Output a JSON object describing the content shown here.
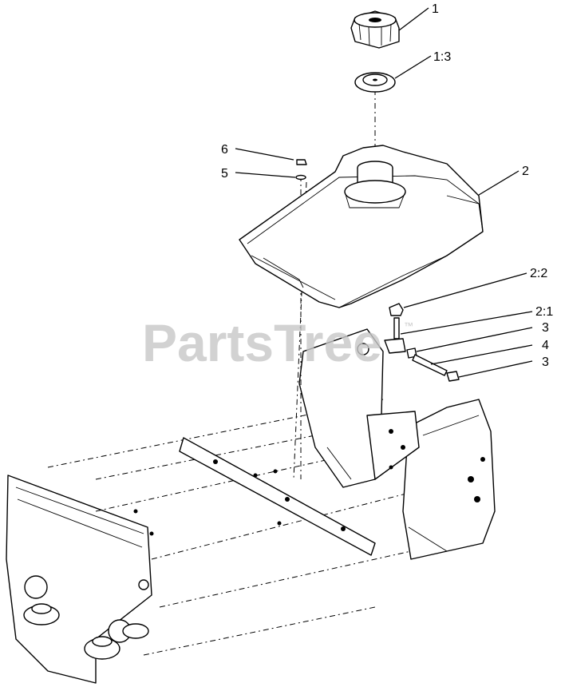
{
  "watermark": {
    "text": "PartsTree",
    "mark": "™"
  },
  "callouts": [
    {
      "id": "c1",
      "label": "1"
    },
    {
      "id": "c13",
      "label": "1:3"
    },
    {
      "id": "c6",
      "label": "6"
    },
    {
      "id": "c5",
      "label": "5"
    },
    {
      "id": "c2",
      "label": "2"
    },
    {
      "id": "c22",
      "label": "2:2"
    },
    {
      "id": "c21",
      "label": "2:1"
    },
    {
      "id": "c3a",
      "label": "3"
    },
    {
      "id": "c4",
      "label": "4"
    },
    {
      "id": "c3b",
      "label": "3"
    }
  ]
}
